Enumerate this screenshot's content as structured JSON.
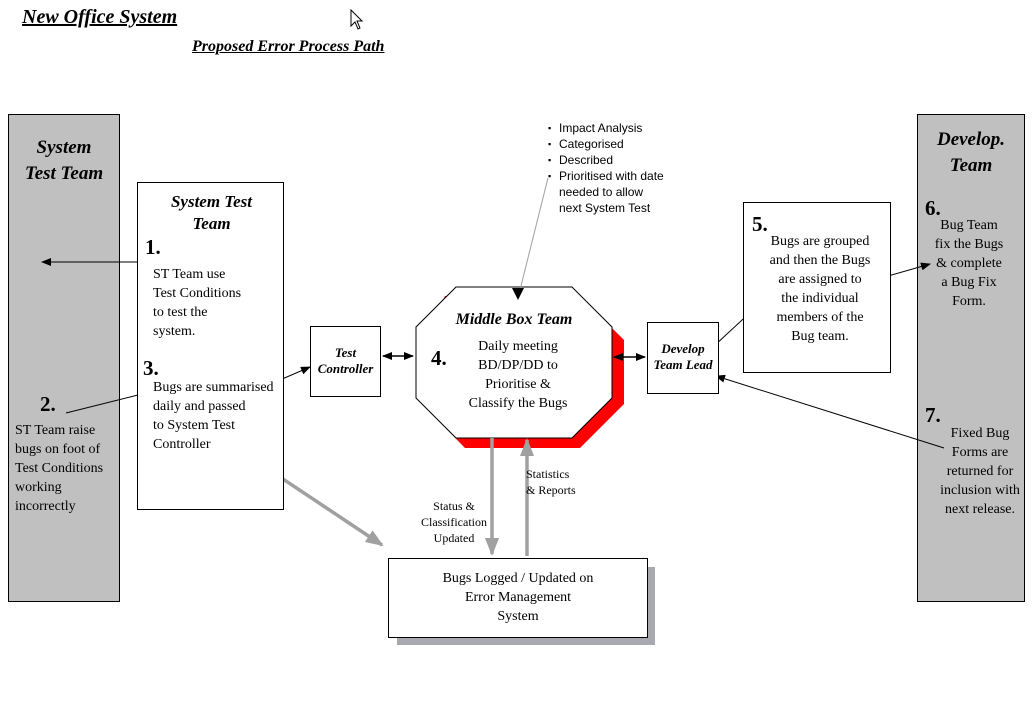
{
  "title": "New Office System",
  "subtitle": "Proposed Error Process Path",
  "left_panel": {
    "title_line1": "System",
    "title_line2": "Test Team"
  },
  "right_panel": {
    "title_line1": "Develop.",
    "title_line2": "Team"
  },
  "st_box": {
    "title_line1": "System Test",
    "title_line2": "Team",
    "step1_num": "1.",
    "step1_lines": [
      "ST Team use",
      "Test Conditions",
      "to test the",
      "system."
    ],
    "step3_num": "3.",
    "step3_lines": [
      "Bugs are summarised",
      "daily and passed",
      "to System Test",
      "Controller"
    ]
  },
  "step2": {
    "num": "2.",
    "lines": [
      "ST Team raise",
      "bugs on foot of",
      "Test Conditions",
      "working",
      "incorrectly"
    ]
  },
  "test_controller": {
    "line1": "Test",
    "line2": "Controller"
  },
  "middle_box": {
    "title": "Middle Box Team",
    "num": "4.",
    "lines": [
      "Daily meeting",
      "BD/DP/DD to",
      "Prioritise &",
      "Classify the Bugs"
    ]
  },
  "bullet_notes": [
    "Impact Analysis",
    "Categorised",
    "Described",
    "Prioritised with date needed to allow next System Test"
  ],
  "develop_lead": {
    "line1": "Develop",
    "line2": "Team Lead"
  },
  "step5": {
    "num": "5.",
    "lines": [
      "Bugs are grouped",
      "and then the Bugs",
      "are assigned to",
      "the individual",
      "members of the",
      "Bug team."
    ]
  },
  "step6": {
    "num": "6.",
    "lines": [
      "Bug Team",
      "fix the Bugs",
      "& complete",
      "a Bug Fix",
      "Form."
    ]
  },
  "step7": {
    "num": "7.",
    "lines": [
      "Fixed Bug",
      "Forms are",
      "returned for",
      "inclusion with",
      "next release."
    ]
  },
  "flow_labels": {
    "status_lines": [
      "Status &",
      "Classification",
      "Updated"
    ],
    "stats_lines": [
      "Statistics",
      "& Reports"
    ]
  },
  "ems_box": {
    "lines": [
      "Bugs Logged / Updated on",
      "Error Management",
      "System"
    ]
  },
  "colors": {
    "panel": "#c0c0c0",
    "octagon_shadow": "#ff0000",
    "flow_arrow": "#a0a0a0",
    "box_shadow": "#a8a8b0"
  },
  "icons": {
    "cursor": "mouse-pointer-icon"
  }
}
